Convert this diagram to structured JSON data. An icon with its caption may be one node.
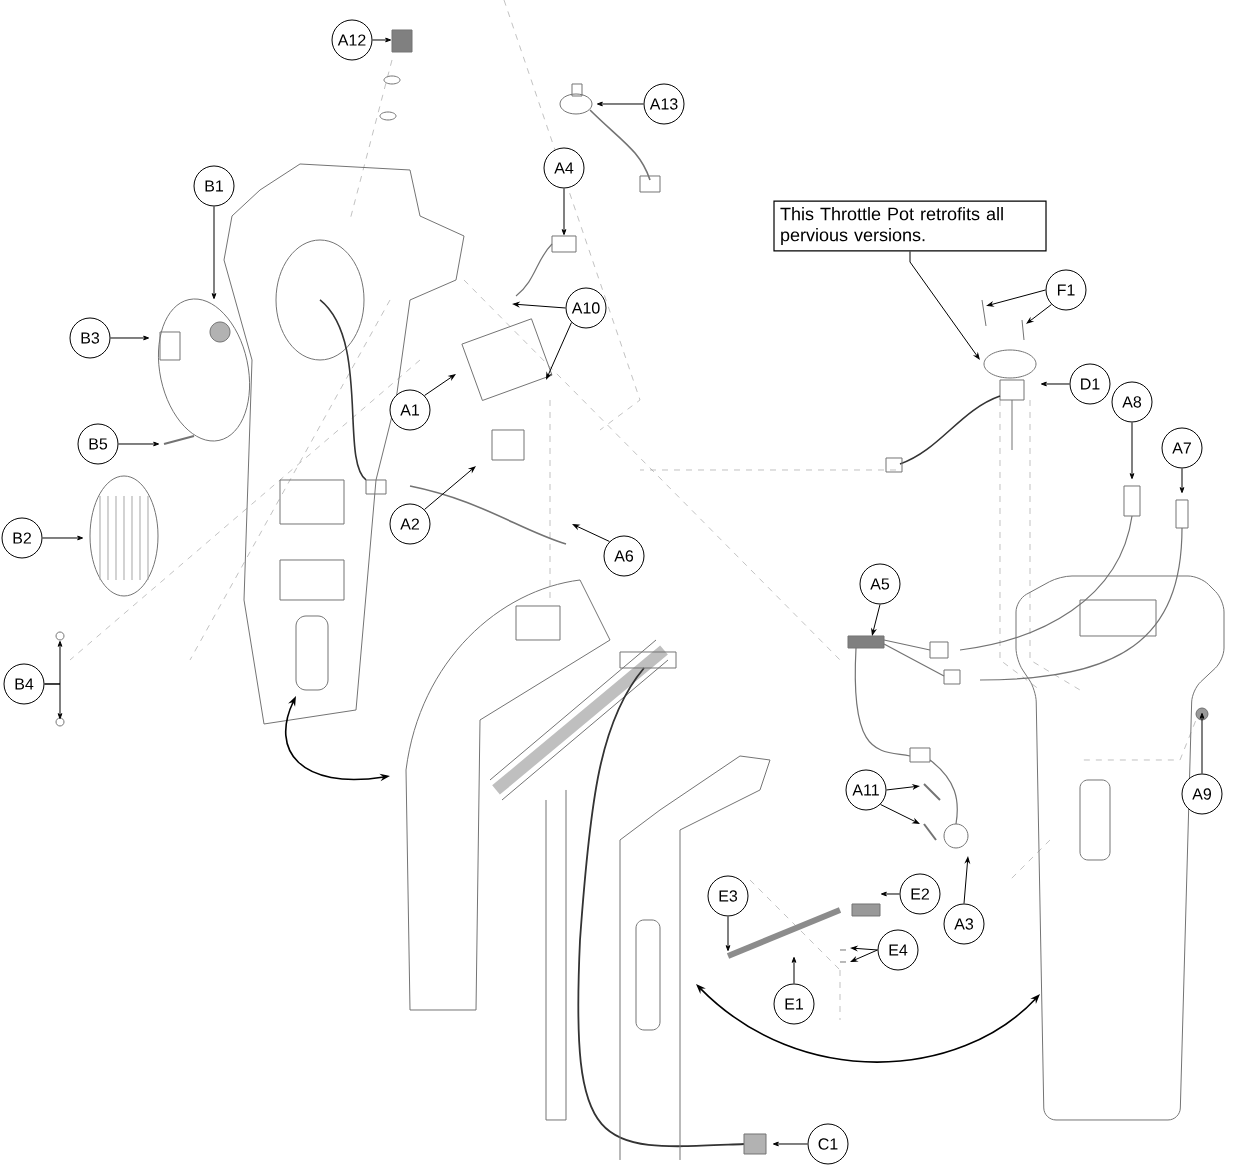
{
  "diagram": {
    "nodes": [
      {
        "text": [
          "A12"
        ]
      },
      {
        "text": [
          "A13"
        ]
      },
      {
        "text": [
          "A4"
        ]
      },
      {
        "text": [
          "B1"
        ]
      },
      {
        "text": [
          "A10"
        ]
      },
      {
        "text": [
          "A1"
        ]
      },
      {
        "text": [
          "B3"
        ]
      },
      {
        "text": [
          "B5"
        ]
      },
      {
        "text": [
          "A2"
        ]
      },
      {
        "text": [
          "A6"
        ]
      },
      {
        "text": [
          "B2"
        ]
      },
      {
        "text": [
          "B4"
        ]
      },
      {
        "text": [
          "This Throttle Pot retrofits all pervious versions."
        ]
      },
      {
        "text": [
          "F1"
        ]
      },
      {
        "text": [
          "D1"
        ]
      },
      {
        "text": [
          "A8"
        ]
      },
      {
        "text": [
          "A7"
        ]
      },
      {
        "text": [
          "A5"
        ]
      },
      {
        "text": [
          "A9"
        ]
      },
      {
        "text": [
          "A11"
        ]
      },
      {
        "text": [
          "E2"
        ]
      },
      {
        "text": [
          "E3"
        ]
      },
      {
        "text": [
          "A3"
        ]
      },
      {
        "text": [
          "E4"
        ]
      },
      {
        "text": [
          "E1"
        ]
      },
      {
        "text": [
          "C1"
        ]
      }
    ],
    "edges": [
      {
        "from": 0,
        "to": null,
        "arrow": "to"
      },
      {
        "from": 1,
        "to": null,
        "arrow": "to"
      },
      {
        "from": 2,
        "to": null,
        "arrow": "to"
      },
      {
        "from": 3,
        "to": null,
        "arrow": "to"
      },
      {
        "from": 4,
        "to": null,
        "arrow": "to"
      },
      {
        "from": 4,
        "to": null,
        "arrow": "to"
      },
      {
        "from": 5,
        "to": null,
        "arrow": "to"
      },
      {
        "from": 6,
        "to": null,
        "arrow": "to"
      },
      {
        "from": 7,
        "to": null,
        "arrow": "to"
      },
      {
        "from": 8,
        "to": null,
        "arrow": "to"
      },
      {
        "from": 9,
        "to": null,
        "arrow": "to"
      },
      {
        "from": 10,
        "to": null,
        "arrow": "to"
      },
      {
        "from": 11,
        "to": null,
        "arrow": "to"
      },
      {
        "from": 11,
        "to": null,
        "arrow": "to"
      },
      {
        "from": 12,
        "to": null,
        "arrow": "to"
      },
      {
        "from": 13,
        "to": null,
        "arrow": "to"
      },
      {
        "from": 13,
        "to": null,
        "arrow": "to"
      },
      {
        "from": 14,
        "to": null,
        "arrow": "to"
      },
      {
        "from": 15,
        "to": null,
        "arrow": "to"
      },
      {
        "from": 16,
        "to": null,
        "arrow": "to"
      },
      {
        "from": 17,
        "to": null,
        "arrow": "to"
      },
      {
        "from": 18,
        "to": null,
        "arrow": "to"
      },
      {
        "from": 19,
        "to": null,
        "arrow": "to"
      },
      {
        "from": 19,
        "to": null,
        "arrow": "to"
      },
      {
        "from": 20,
        "to": null,
        "arrow": "to"
      },
      {
        "from": 21,
        "to": null,
        "arrow": "to"
      },
      {
        "from": 22,
        "to": null,
        "arrow": "to"
      },
      {
        "from": 23,
        "to": null,
        "arrow": "to"
      },
      {
        "from": 23,
        "to": null,
        "arrow": "to"
      },
      {
        "from": 24,
        "to": null,
        "arrow": "to"
      },
      {
        "from": 25,
        "to": null,
        "arrow": "to"
      }
    ]
  }
}
